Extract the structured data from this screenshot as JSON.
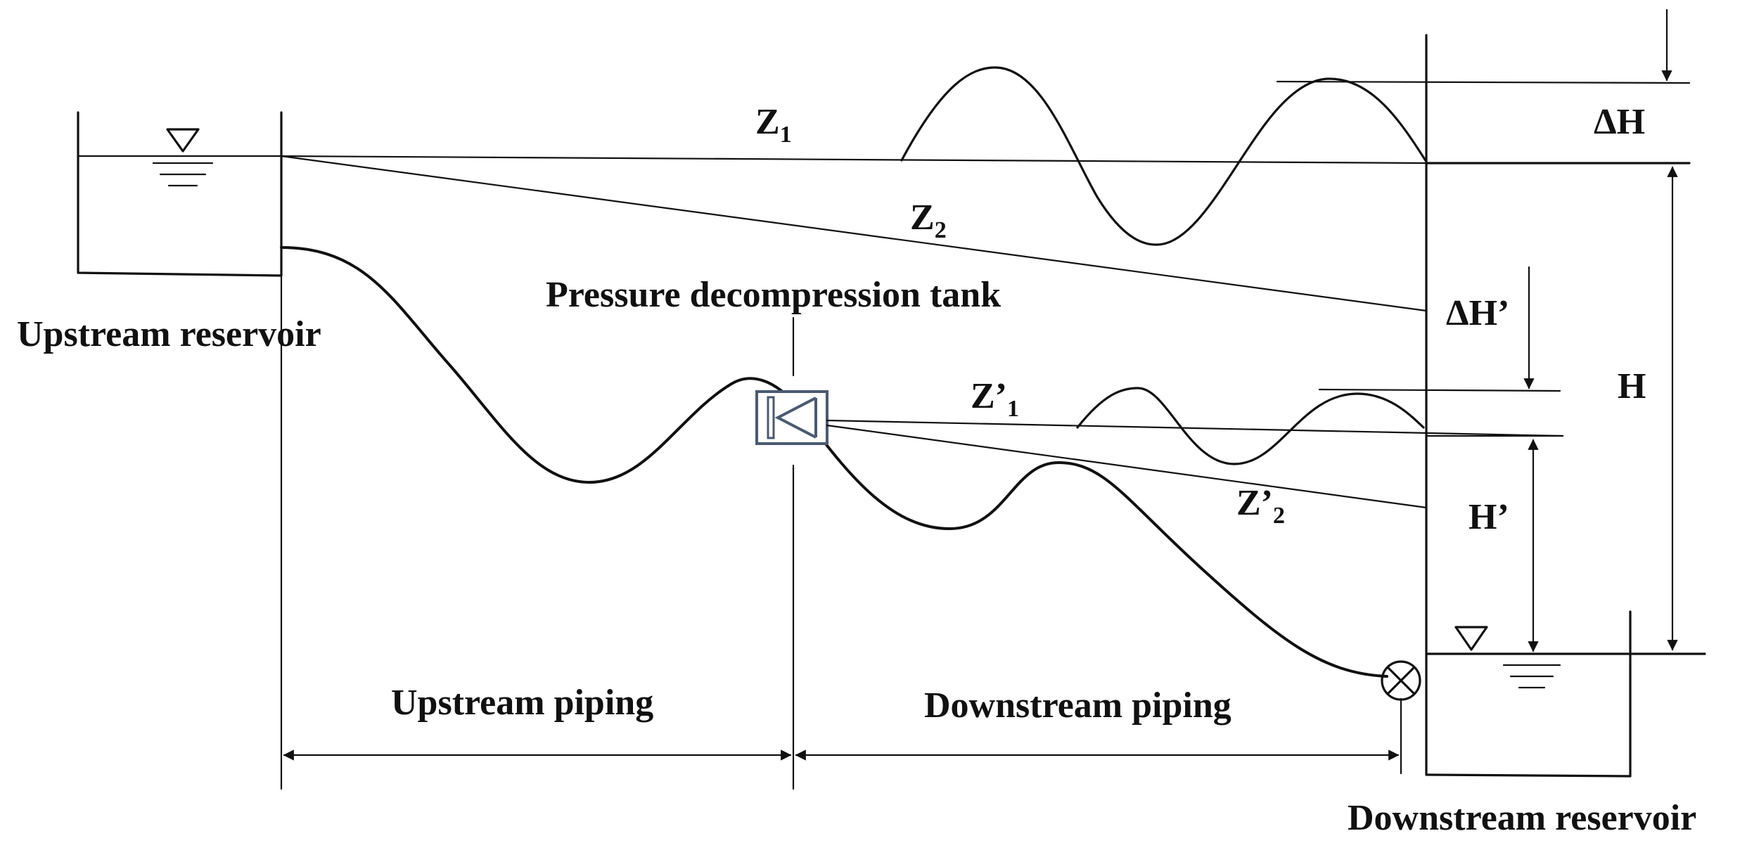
{
  "labels": {
    "upstream_reservoir": "Upstream reservoir",
    "downstream_reservoir": "Downstream reservoir",
    "pressure_tank": "Pressure decompression tank",
    "upstream_piping": "Upstream piping",
    "downstream_piping": "Downstream piping"
  },
  "symbols": {
    "z1_main": "Z",
    "z1_sub": "1",
    "z2_main": "Z",
    "z2_sub": "2",
    "zp1_main": "Z’",
    "zp1_sub": "1",
    "zp2_main": "Z’",
    "zp2_sub": "2",
    "delta_h": "ΔH",
    "delta_h_prime": "ΔH’",
    "h": "H",
    "h_prime": "H’"
  },
  "icons": {
    "water_level_upstream": "water-level-triangle-icon",
    "water_level_downstream": "water-level-triangle-icon",
    "valve": "valve-cross-circle-icon",
    "tank": "pressure-tank-box-icon"
  },
  "colors": {
    "line": "#111111",
    "tank_box": "#4a5a70"
  }
}
